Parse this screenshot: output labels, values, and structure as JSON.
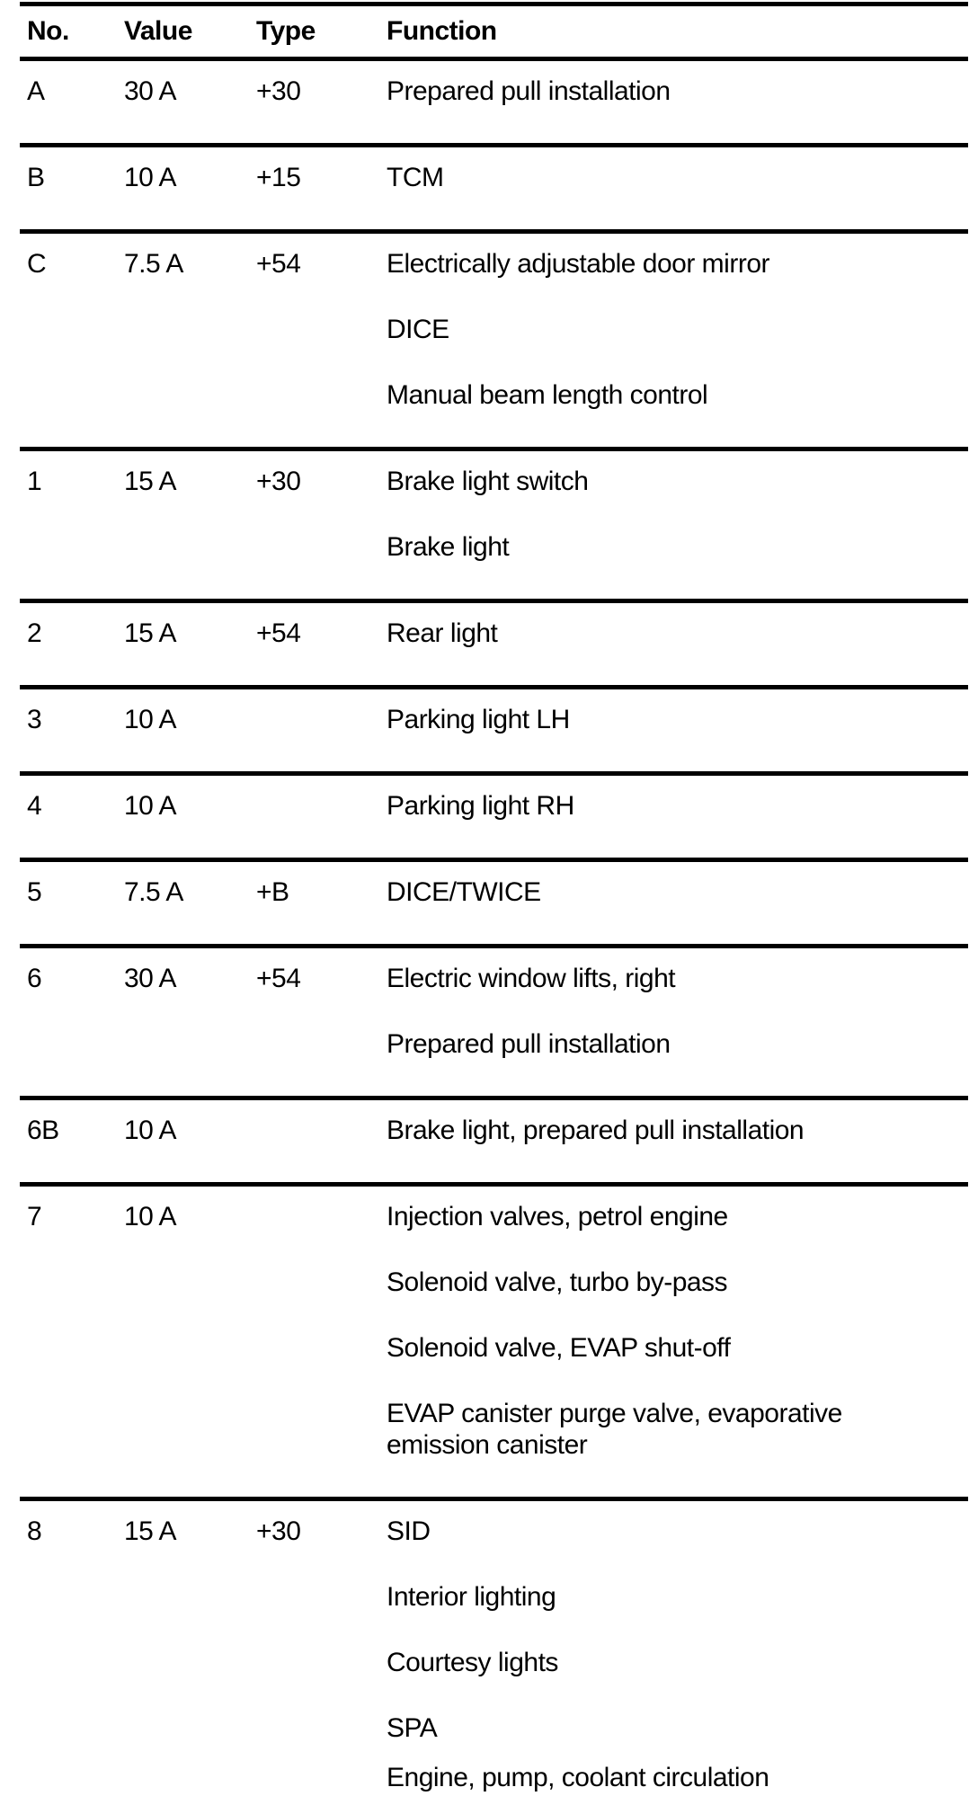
{
  "page": {
    "background": "#ffffff",
    "text_color": "#000000",
    "rule_color": "#000000"
  },
  "table": {
    "columns": [
      "No.",
      "Value",
      "Type",
      "Function"
    ],
    "rows": [
      {
        "no": "A",
        "value": "30 A",
        "type": "+30",
        "functions": [
          [
            "Prepared pull installation"
          ]
        ]
      },
      {
        "no": "B",
        "value": "10 A",
        "type": "+15",
        "functions": [
          [
            "TCM"
          ]
        ]
      },
      {
        "no": "C",
        "value": "7.5 A",
        "type": "+54",
        "functions": [
          [
            "Electrically adjustable door mirror"
          ],
          [
            "DICE"
          ],
          [
            "Manual beam length control"
          ]
        ]
      },
      {
        "no": "1",
        "value": "15 A",
        "type": "+30",
        "functions": [
          [
            "Brake light switch"
          ],
          [
            "Brake light"
          ]
        ]
      },
      {
        "no": "2",
        "value": "15 A",
        "type": "+54",
        "functions": [
          [
            "Rear light"
          ]
        ]
      },
      {
        "no": "3",
        "value": "10 A",
        "type": "",
        "functions": [
          [
            "Parking light LH"
          ]
        ]
      },
      {
        "no": "4",
        "value": "10 A",
        "type": "",
        "functions": [
          [
            "Parking light RH"
          ]
        ]
      },
      {
        "no": "5",
        "value": "7.5 A",
        "type": "+B",
        "functions": [
          [
            "DICE/TWICE"
          ]
        ]
      },
      {
        "no": "6",
        "value": "30 A",
        "type": "+54",
        "functions": [
          [
            "Electric window lifts, right"
          ],
          [
            "Prepared pull installation"
          ]
        ]
      },
      {
        "no": "6B",
        "value": "10 A",
        "type": "",
        "functions": [
          [
            "Brake light, prepared pull installation"
          ]
        ]
      },
      {
        "no": "7",
        "value": "10 A",
        "type": "",
        "functions": [
          [
            "Injection valves, petrol engine"
          ],
          [
            "Solenoid valve, turbo by-pass"
          ],
          [
            "Solenoid valve, EVAP shut-off"
          ],
          [
            "EVAP canister purge valve, evaporative",
            "emission canister"
          ]
        ]
      },
      {
        "no": "8",
        "value": "15 A",
        "type": "+30",
        "functions": [
          [
            "SID"
          ],
          [
            "Interior lighting"
          ],
          [
            "Courtesy lights"
          ],
          [
            "SPA"
          ],
          [
            "Engine, pump, coolant circulation"
          ]
        ]
      }
    ]
  }
}
